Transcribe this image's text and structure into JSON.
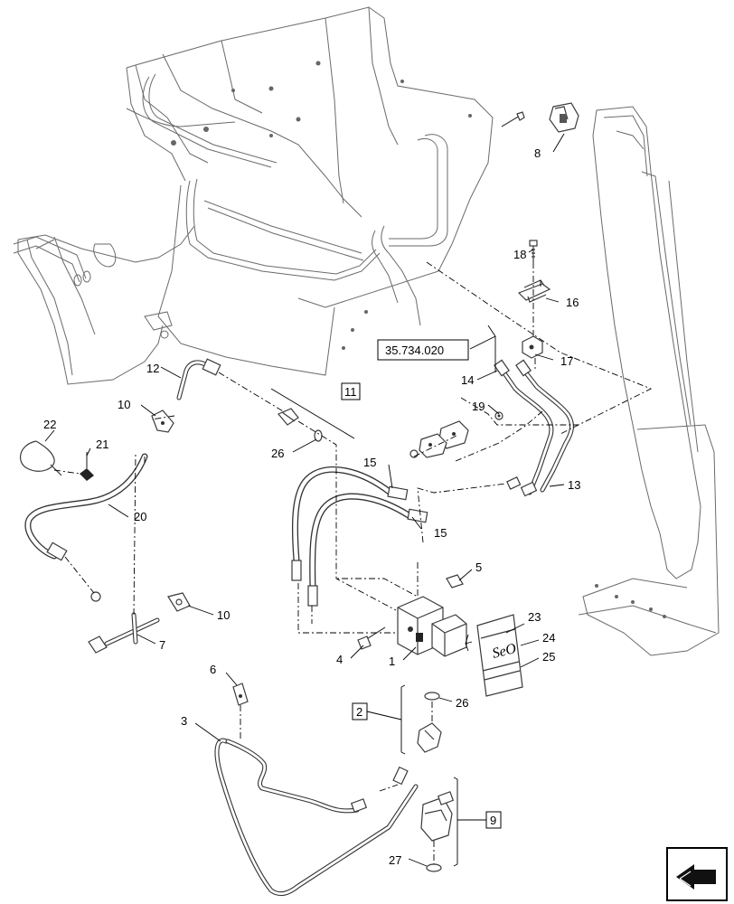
{
  "diagram": {
    "callouts": {
      "c1": "1",
      "c2": "2",
      "c3": "3",
      "c4": "4",
      "c5": "5",
      "c6": "6",
      "c7": "7",
      "c8": "8",
      "c9": "9",
      "c10a": "10",
      "c10b": "10",
      "c11": "11",
      "c12": "12",
      "c13": "13",
      "c14": "14",
      "c15a": "15",
      "c15b": "15",
      "c16": "16",
      "c17": "17",
      "c18": "18",
      "c19": "19",
      "c20": "20",
      "c21": "21",
      "c22": "22",
      "c23": "23",
      "c24": "24",
      "c25": "25",
      "c26a": "26",
      "c26b": "26",
      "c27": "27"
    },
    "reference_box": "35.734.020",
    "decal_text": "SeO"
  }
}
